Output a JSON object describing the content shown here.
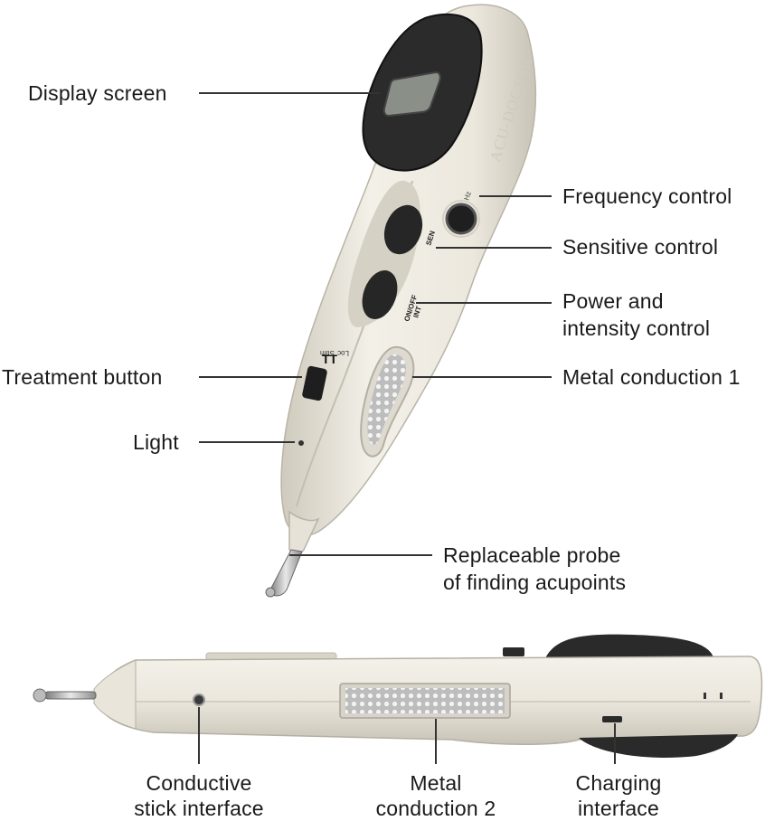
{
  "callouts": {
    "display_screen": "Display screen",
    "frequency_control": "Frequency control",
    "sensitive_control": "Sensitive control",
    "power_intensity_line1": "Power and",
    "power_intensity_line2": "intensity control",
    "treatment_button": "Treatment button",
    "metal_conduction_1": "Metal conduction 1",
    "light": "Light",
    "probe_line1": "Replaceable probe",
    "probe_line2": "of finding acupoints",
    "conductive_stick_line1": "Conductive",
    "conductive_stick_line2": "stick interface",
    "metal_conduction_2_line1": "Metal",
    "metal_conduction_2_line2": "conduction 2",
    "charging_line1": "Charging",
    "charging_line2": "interface"
  },
  "device_print": {
    "brand": "ACU-DOCTOR",
    "hz": "Hz",
    "sen": "SEN",
    "on_off": "ON/OFF",
    "int": "INT",
    "loc": "Loc",
    "stim": "Stim"
  },
  "colors": {
    "body": "#ede9df",
    "body_shadow": "#cdc8bb",
    "screen_case": "#2b2b2b",
    "lcd": "#8a9088",
    "pad": "#c9c9c9",
    "line": "#333333"
  }
}
